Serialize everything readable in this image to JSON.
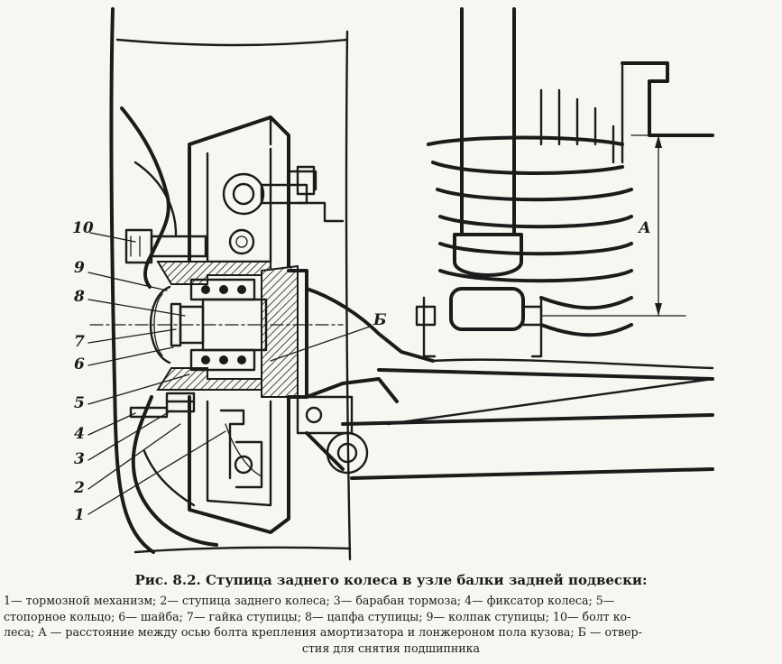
{
  "figure": {
    "part_labels": [
      "10",
      "9",
      "8",
      "7",
      "6",
      "5",
      "4",
      "3",
      "2",
      "1"
    ],
    "letter_labels": {
      "dimension": "А",
      "hole": "Б"
    }
  },
  "caption": {
    "title": "Рис. 8.2. Ступица заднего колеса в узле балки задней подвески:",
    "legend": [
      {
        "num": "1",
        "text": "— тормозной механизм;"
      },
      {
        "num": "2",
        "text": "— ступица заднего колеса;"
      },
      {
        "num": "3",
        "text": "— барабан тормоза;"
      },
      {
        "num": "4",
        "text": "— фиксатор колеса;"
      },
      {
        "num": "5",
        "text": "— стопорное кольцо;"
      },
      {
        "num": "6",
        "text": "— шайба;"
      },
      {
        "num": "7",
        "text": "— гайка ступицы;"
      },
      {
        "num": "8",
        "text": "— цапфа ступицы;"
      },
      {
        "num": "9",
        "text": "— колпак ступицы;"
      },
      {
        "num": "10",
        "text": "— болт колеса;"
      }
    ],
    "line1": "1— тормозной механизм; 2— ступица заднего колеса; 3— барабан тормоза; 4— фиксатор колеса; 5—",
    "line2": "стопорное кольцо; 6— шайба; 7— гайка ступицы; 8— цапфа ступицы; 9— колпак ступицы; 10— болт ко-",
    "line3": "леса; А — расстояние между осью болта крепления амортизатора и лонжероном пола кузова; Б — отвер-",
    "line4": "стия для снятия подшипника"
  }
}
